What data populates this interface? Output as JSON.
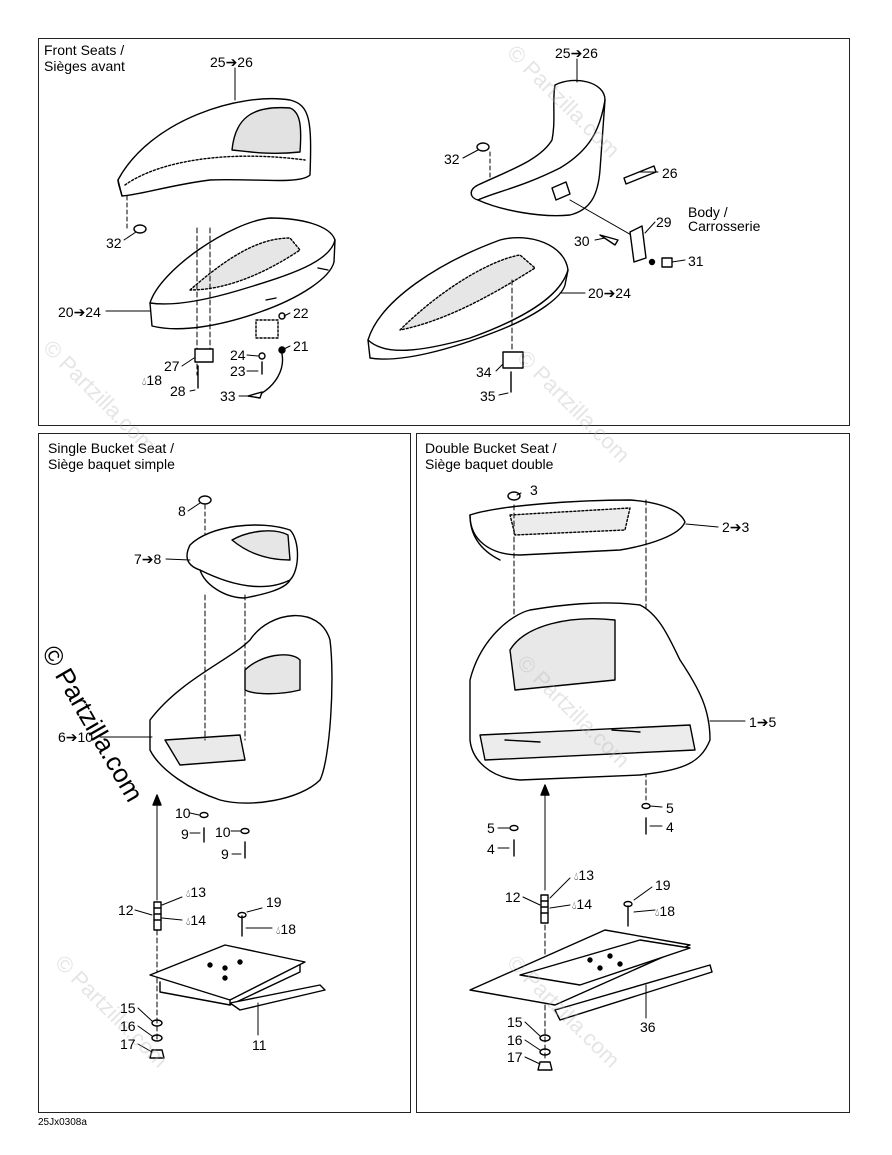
{
  "panels": {
    "front": {
      "title_line1": "Front Seats /",
      "title_line2": "Sièges avant"
    },
    "single": {
      "title_line1": "Single Bucket Seat /",
      "title_line2": "Siège baquet simple"
    },
    "double": {
      "title_line1": "Double Bucket Seat /",
      "title_line2": "Siège baquet double"
    }
  },
  "labels": {
    "front": {
      "l25_26_left": "25➔26",
      "l25_26_right": "25➔26",
      "l32_top": "32",
      "l32_left": "32",
      "l26": "26",
      "body": "Body /",
      "carrosserie": "Carrosserie",
      "l29": "29",
      "l30": "30",
      "l31": "31",
      "l20_24_left": "20➔24",
      "l20_24_right": "20➔24",
      "l22": "22",
      "l21": "21",
      "l24": "24",
      "l23": "23",
      "l27": "27",
      "l18": "18",
      "l28": "28",
      "l33": "33",
      "l34": "34",
      "l35": "35"
    },
    "single": {
      "l8": "8",
      "l7_8": "7➔8",
      "l6_10": "6➔10",
      "l10a": "10",
      "l9a": "9",
      "l10b": "10",
      "l9b": "9",
      "l12": "12",
      "l13": "13",
      "l14": "14",
      "l19": "19",
      "l18": "18",
      "l15": "15",
      "l16": "16",
      "l17": "17",
      "l11": "11"
    },
    "double": {
      "l3": "3",
      "l2_3": "2➔3",
      "l1_5": "1➔5",
      "l5a": "5",
      "l4a": "4",
      "l5b": "5",
      "l4b": "4",
      "l12": "12",
      "l13": "13",
      "l14": "14",
      "l19": "19",
      "l18": "18",
      "l15": "15",
      "l16": "16",
      "l17": "17",
      "l36": "36"
    }
  },
  "watermark": "© Partzilla.com",
  "drawing_code": "25Jx0308a",
  "icons": {
    "drop": "sealant-drop-icon"
  }
}
